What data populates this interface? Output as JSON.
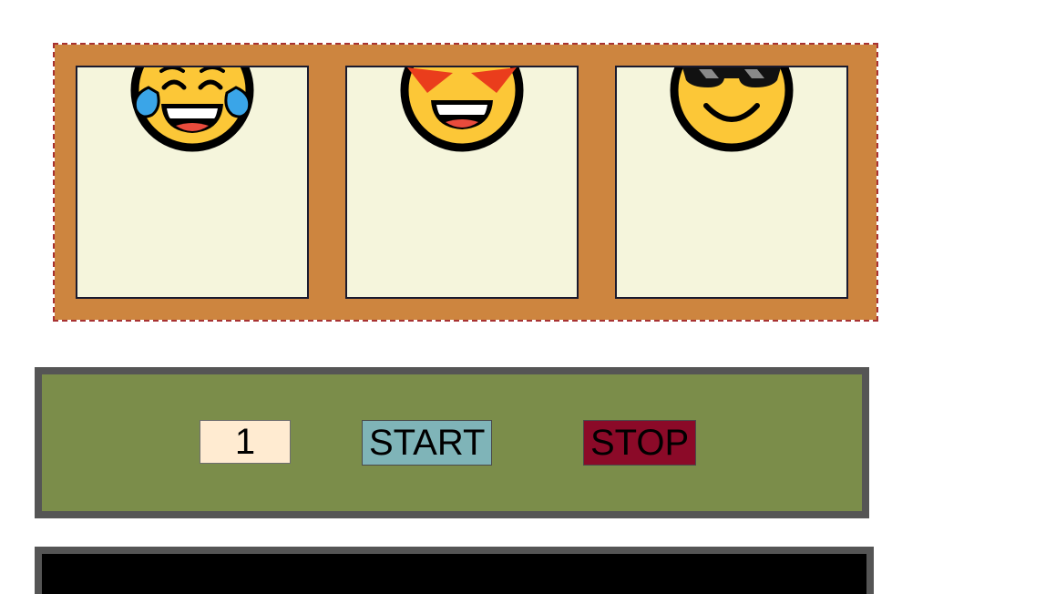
{
  "reels": {
    "background_color": "#cd853f",
    "symbols": [
      "tears-of-joy-face-icon",
      "heart-eyes-face-icon",
      "sunglasses-face-icon"
    ]
  },
  "controls": {
    "bet_value": "1",
    "start_label": "START",
    "stop_label": "STOP"
  },
  "colors": {
    "reel_frame": "#cd853f",
    "control_panel": "#7b8d4a",
    "start_button": "#7fb4b8",
    "stop_button": "#8b0a28",
    "display": "#000000"
  }
}
